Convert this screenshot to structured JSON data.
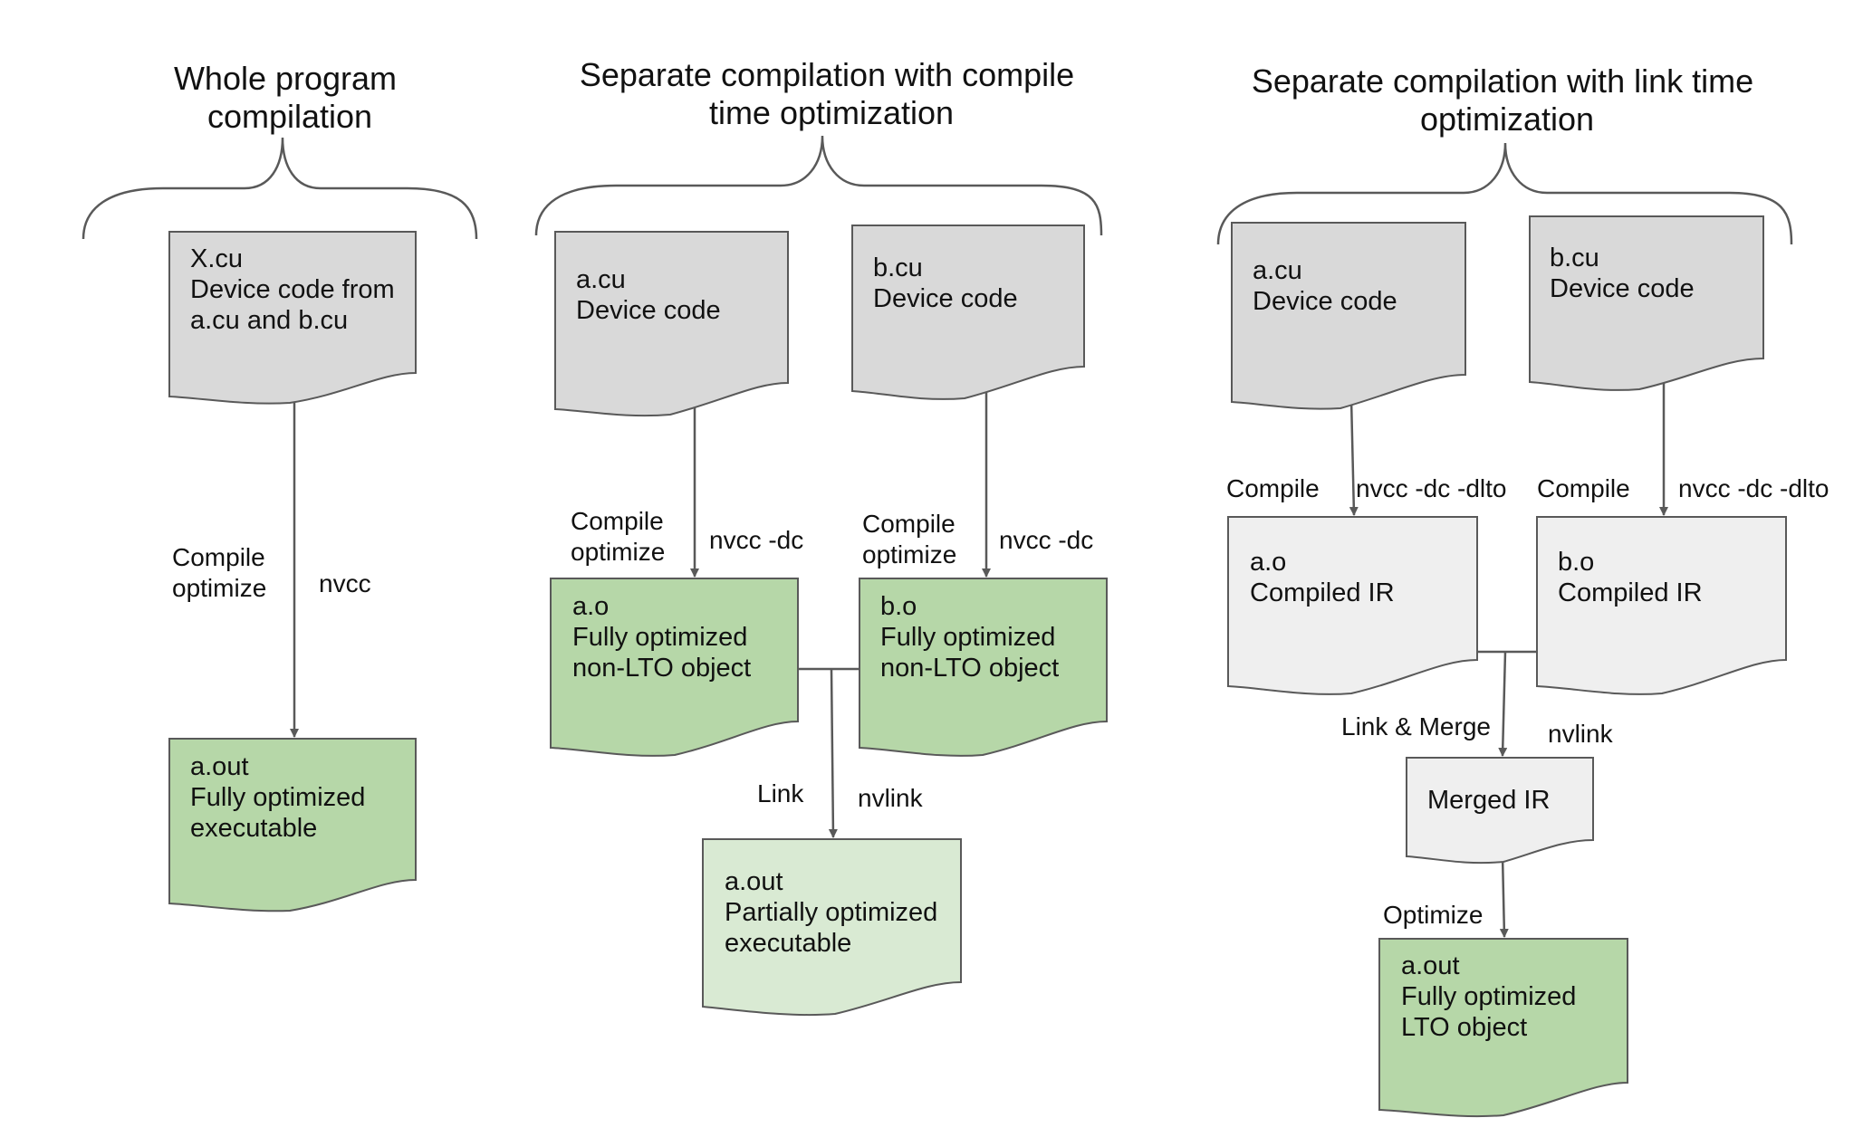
{
  "colors": {
    "gray_doc": "#d9d9d9",
    "light_gray_doc": "#efefef",
    "green_doc": "#b6d7a8",
    "light_green_doc": "#d9ead3",
    "stroke": "#595959",
    "text": "#111111"
  },
  "columns": [
    {
      "title_lines": [
        "Whole program",
        "compilation"
      ],
      "source": {
        "lines": [
          "X.cu",
          "Device code from",
          "a.cu and b.cu"
        ]
      },
      "step": {
        "action_lines": [
          "Compile",
          "optimize"
        ],
        "tool": "nvcc"
      },
      "output": {
        "lines": [
          "a.out",
          "",
          "Fully optimized",
          "executable"
        ]
      }
    },
    {
      "title_lines": [
        "Separate compilation with compile",
        "time optimization"
      ],
      "sources": [
        {
          "lines": [
            "a.cu",
            "",
            "Device code"
          ]
        },
        {
          "lines": [
            "b.cu",
            "",
            "Device code"
          ]
        }
      ],
      "steps": [
        {
          "action_lines": [
            "Compile",
            "optimize"
          ],
          "tool": "nvcc -dc"
        },
        {
          "action_lines": [
            "Compile",
            "optimize"
          ],
          "tool": "nvcc -dc"
        }
      ],
      "objects": [
        {
          "lines": [
            "a.o",
            "",
            "Fully optimized",
            "non-LTO object"
          ]
        },
        {
          "lines": [
            "b.o",
            "",
            "Fully optimized",
            "non-LTO object"
          ]
        }
      ],
      "link": {
        "action": "Link",
        "tool": "nvlink"
      },
      "output": {
        "lines": [
          "a.out",
          "",
          "Partially optimized",
          "executable"
        ]
      }
    },
    {
      "title_lines": [
        "Separate compilation with link time",
        "optimization"
      ],
      "sources": [
        {
          "lines": [
            "a.cu",
            "",
            "Device code"
          ]
        },
        {
          "lines": [
            "b.cu",
            "",
            "Device code"
          ]
        }
      ],
      "steps": [
        {
          "action": "Compile",
          "tool": "nvcc -dc -dlto"
        },
        {
          "action": "Compile",
          "tool": "nvcc -dc -dlto"
        }
      ],
      "objects": [
        {
          "lines": [
            "a.o",
            "",
            "Compiled IR"
          ]
        },
        {
          "lines": [
            "b.o",
            "",
            "Compiled IR"
          ]
        }
      ],
      "link": {
        "action": "Link & Merge",
        "tool": "nvlink"
      },
      "merged": {
        "lines": [
          "Merged IR"
        ]
      },
      "optimize": {
        "action": "Optimize"
      },
      "output": {
        "lines": [
          "a.out",
          "",
          "Fully optimized",
          "LTO object"
        ]
      }
    }
  ]
}
